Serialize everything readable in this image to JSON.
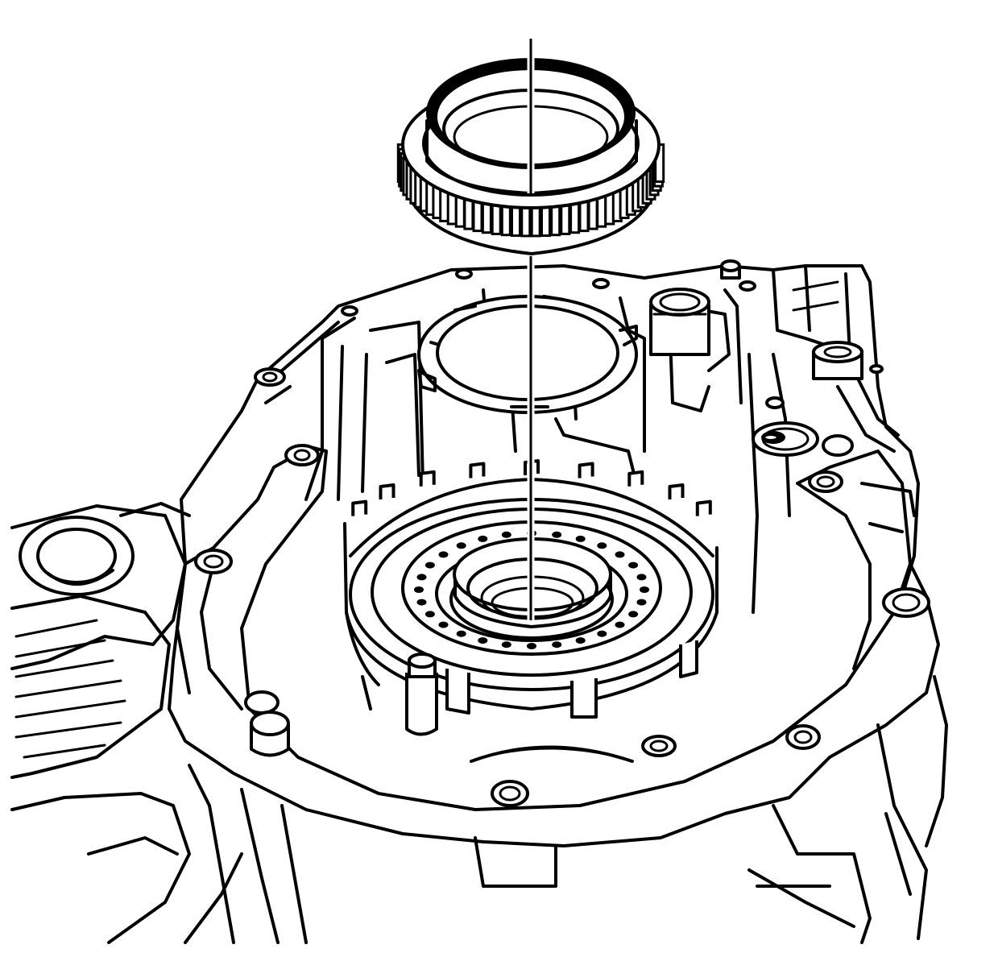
{
  "figure": {
    "kind": "line-art service illustration",
    "colors": {
      "ink": "#000000",
      "paper": "#ffffff"
    },
    "hole_pattern_count": 28,
    "ring_teeth_count": 40,
    "spline_notch_count": 9
  }
}
